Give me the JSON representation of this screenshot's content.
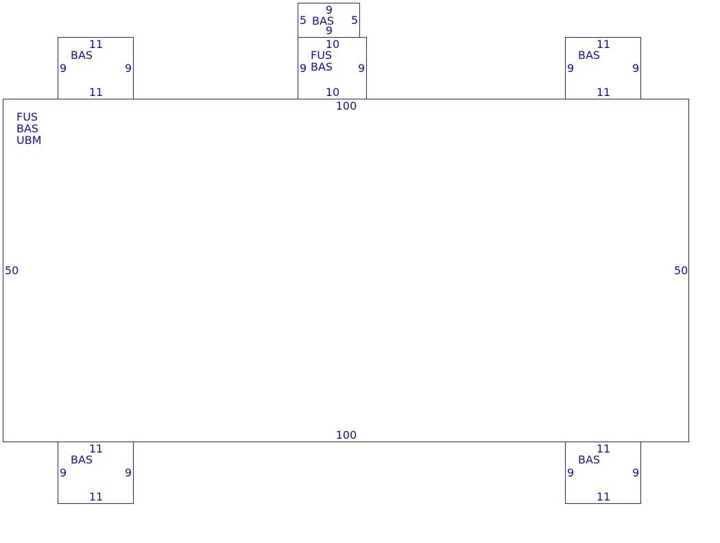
{
  "main": {
    "labels": [
      "FUS",
      "BAS",
      "UBM"
    ],
    "top": "100",
    "bottom": "100",
    "left": "50",
    "right": "50"
  },
  "top_small": {
    "label": "BAS",
    "top": "9",
    "bottom": "9",
    "left": "5",
    "right": "5"
  },
  "top_center": {
    "labels": [
      "FUS",
      "BAS"
    ],
    "top": "10",
    "bottom": "10",
    "left": "9",
    "right": "9"
  },
  "top_left": {
    "label": "BAS",
    "top": "11",
    "bottom": "11",
    "left": "9",
    "right": "9"
  },
  "top_right": {
    "label": "BAS",
    "top": "11",
    "bottom": "11",
    "left": "9",
    "right": "9"
  },
  "bottom_left": {
    "label": "BAS",
    "top": "11",
    "bottom": "11",
    "left": "9",
    "right": "9"
  },
  "bottom_right": {
    "label": "BAS",
    "top": "11",
    "bottom": "11",
    "left": "9",
    "right": "9"
  }
}
